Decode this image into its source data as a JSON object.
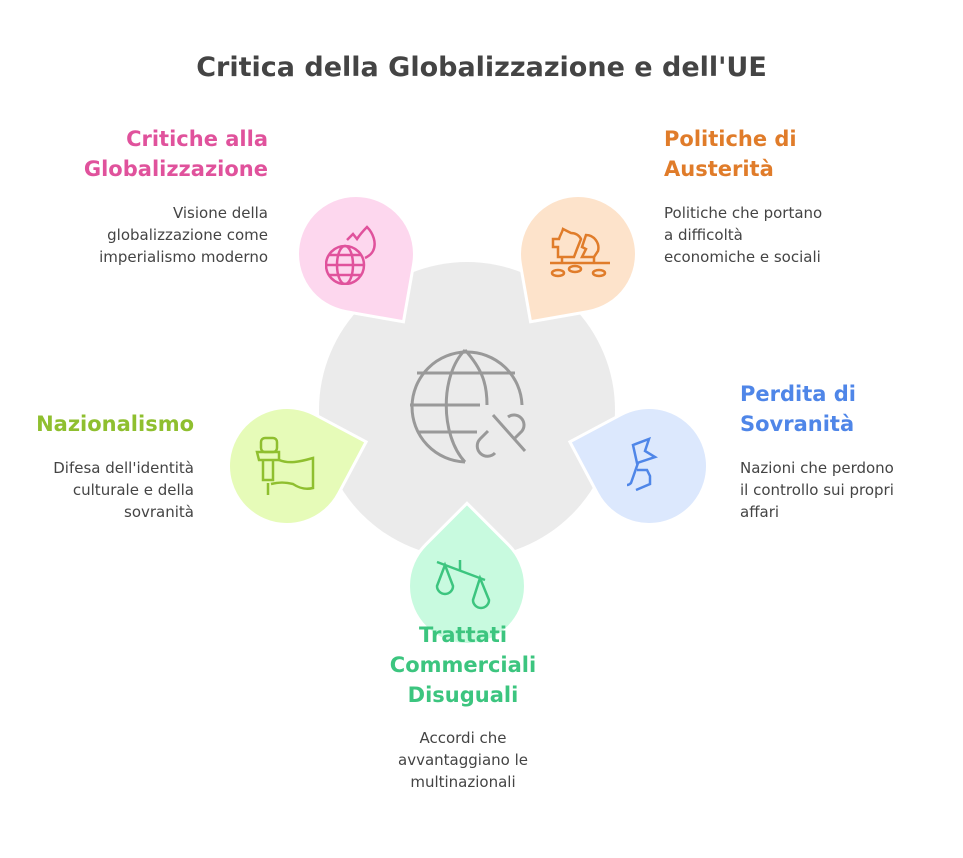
{
  "title": "Critica della Globalizzazione e dell'UE",
  "items": [
    {
      "heading": [
        "Critiche alla",
        "Globalizzazione"
      ],
      "desc": [
        "Visione della",
        "globalizzazione come",
        "imperialismo moderno"
      ],
      "color": "#e0529c",
      "fill": "#fdd7ee",
      "icon": "burning-globe-icon"
    },
    {
      "heading": [
        "Politiche di",
        "Austerità"
      ],
      "desc": [
        "Politiche che portano",
        "a difficoltà",
        "economiche e sociali"
      ],
      "color": "#e07c2a",
      "fill": "#fde3cb",
      "icon": "broken-piggy-bank-icon"
    },
    {
      "heading": [
        "Perdita di",
        "Sovranità"
      ],
      "desc": [
        "Nazioni che perdono",
        "il controllo sui propri",
        "affari"
      ],
      "color": "#4f86e8",
      "fill": "#dce8fd",
      "icon": "hand-flag-icon"
    },
    {
      "heading": [
        "Trattati",
        "Commerciali",
        "Disuguali"
      ],
      "desc": [
        "Accordi che",
        "avvantaggiano le",
        "multinazionali"
      ],
      "color": "#3cc57f",
      "fill": "#c8fadf",
      "icon": "unbalanced-scale-icon"
    },
    {
      "heading": [
        "Nazionalismo"
      ],
      "desc": [
        "Difesa dell'identità",
        "culturale e della",
        "sovranità"
      ],
      "color": "#8fbf2f",
      "fill": "#e6fbb8",
      "icon": "hand-torch-icon"
    }
  ],
  "center_icon": "globe-broken-link-icon"
}
